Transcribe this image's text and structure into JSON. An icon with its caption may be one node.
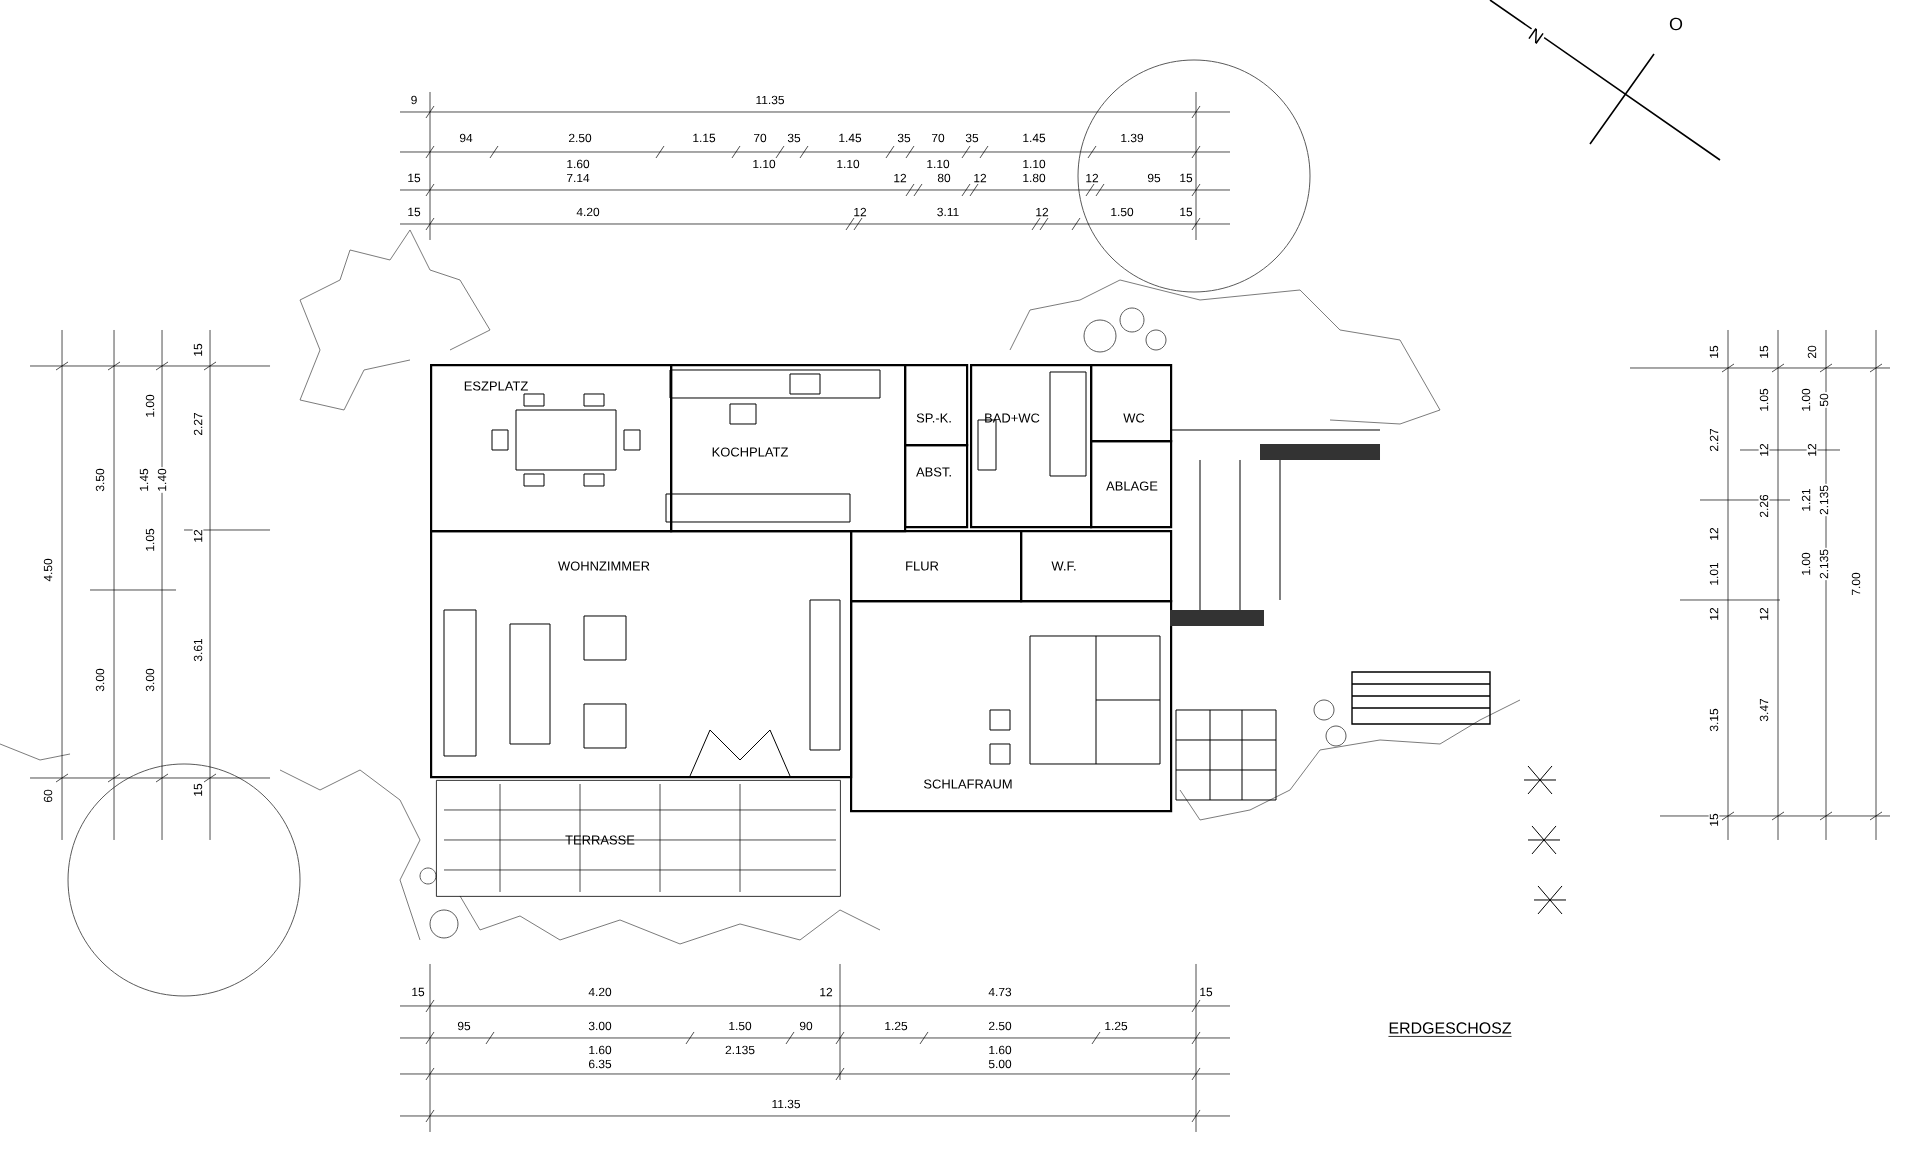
{
  "diagram": {
    "title": "ERDGESCHOSZ",
    "nodes": [
      {
        "text": [
          "ESZPLATZ"
        ]
      },
      {
        "text": [
          "KOCHPLATZ"
        ]
      },
      {
        "text": [
          "SP.-K."
        ]
      },
      {
        "text": [
          "ABST."
        ]
      },
      {
        "text": [
          "BAD+WC"
        ]
      },
      {
        "text": [
          "WC"
        ]
      },
      {
        "text": [
          "ABLAGE"
        ]
      },
      {
        "text": [
          "WOHNZIMMER"
        ]
      },
      {
        "text": [
          "FLUR"
        ]
      },
      {
        "text": [
          "W.F."
        ]
      },
      {
        "text": [
          "SCHLAFRAUM"
        ]
      },
      {
        "text": [
          "TERRASSE"
        ]
      }
    ],
    "labels": [
      "9",
      "11.35",
      "94",
      "2.50",
      "1.15",
      "70",
      "35",
      "1.45",
      "35",
      "70",
      "35",
      "1.45",
      "1.39",
      "1.60",
      "1.10",
      "1.10",
      "1.10",
      "1.10",
      "15",
      "7.14",
      "12",
      "80",
      "12",
      "1.80",
      "12",
      "95",
      "15",
      "15",
      "4.20",
      "12",
      "3.11",
      "12",
      "1.50",
      "15",
      "4.50",
      "60",
      "3.50",
      "3.00",
      "1.00",
      "1.45",
      "1.40",
      "1.05",
      "3.00",
      "15",
      "2.27",
      "12",
      "3.61",
      "15",
      "15",
      "15",
      "20",
      "2.27",
      "1.05",
      "1.00",
      "50",
      "12",
      "12",
      "12",
      "2.26",
      "1.21",
      "2.135",
      "1.01",
      "1.00",
      "2.135",
      "7.00",
      "12",
      "12",
      "3.15",
      "3.47",
      "15",
      "15",
      "4.20",
      "12",
      "4.73",
      "15",
      "95",
      "3.00",
      "1.50",
      "90",
      "1.25",
      "2.50",
      "1.25",
      "1.60",
      "2.135",
      "1.60",
      "6.35",
      "5.00",
      "11.35",
      "N",
      "O"
    ]
  }
}
